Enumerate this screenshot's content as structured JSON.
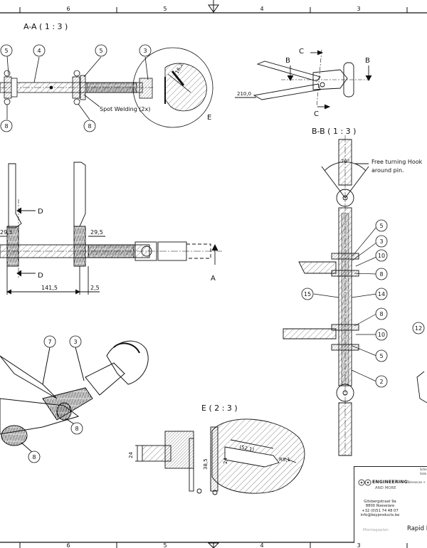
{
  "border": {
    "cols_top": [
      "6",
      "5",
      "4",
      "3"
    ],
    "cols_bottom": [
      "6",
      "5",
      "4",
      "3"
    ]
  },
  "views": {
    "section_aa": "A-A ( 1 : 3 )",
    "section_bb": "B-B ( 1 : 3 )",
    "detail_e": "E ( 2 : 3 )",
    "detail_e_marker": "E",
    "cut_a": "A",
    "cut_b": "B",
    "cut_c": "C",
    "cut_d": "D"
  },
  "annotations": {
    "spot_welding": "Spot Welding (2x)",
    "free_turning_1": "Free turning Hook",
    "free_turning_2": "around pin."
  },
  "dimensions": {
    "d_16_2": "16,2",
    "d_210": "210,0",
    "d_70deg": "70°",
    "d_29_5_left": "29,5",
    "d_29_5_right": "29,5",
    "d_141_5": "141,5",
    "d_2_5": "2,5",
    "d_24_left": "24",
    "d_38_5": "38,5",
    "d_24_mid": "24",
    "d_52_1": "(52,1)",
    "d_r8_1": "R8,1"
  },
  "balloons": {
    "aa_5a": "5",
    "aa_4": "4",
    "aa_5b": "5",
    "aa_3": "3",
    "aa_8a": "8",
    "aa_8b": "8",
    "bb_5a": "5",
    "bb_3": "3",
    "bb_10a": "10",
    "bb_8a": "8",
    "bb_15": "15",
    "bb_14": "14",
    "bb_8b": "8",
    "bb_10b": "10",
    "bb_5b": "5",
    "bb_2": "2",
    "bb_12": "12",
    "iso_7": "7",
    "iso_3": "3",
    "iso_8a": "8",
    "iso_8b": "8"
  },
  "title_block": {
    "brand_line1": "ENGINEERING",
    "brand_line2": "AND MORE",
    "address": [
      "Gitsbergstraat 9a",
      "8800 Roeselare",
      "+32 (0)51 74 48 07",
      "info@keyproducts.be"
    ],
    "note_top1": "Sche",
    "note_top2": "Gelo",
    "note_tol": "Tolerances +",
    "subtitle": "Montageplan",
    "title": "Rapid L"
  }
}
